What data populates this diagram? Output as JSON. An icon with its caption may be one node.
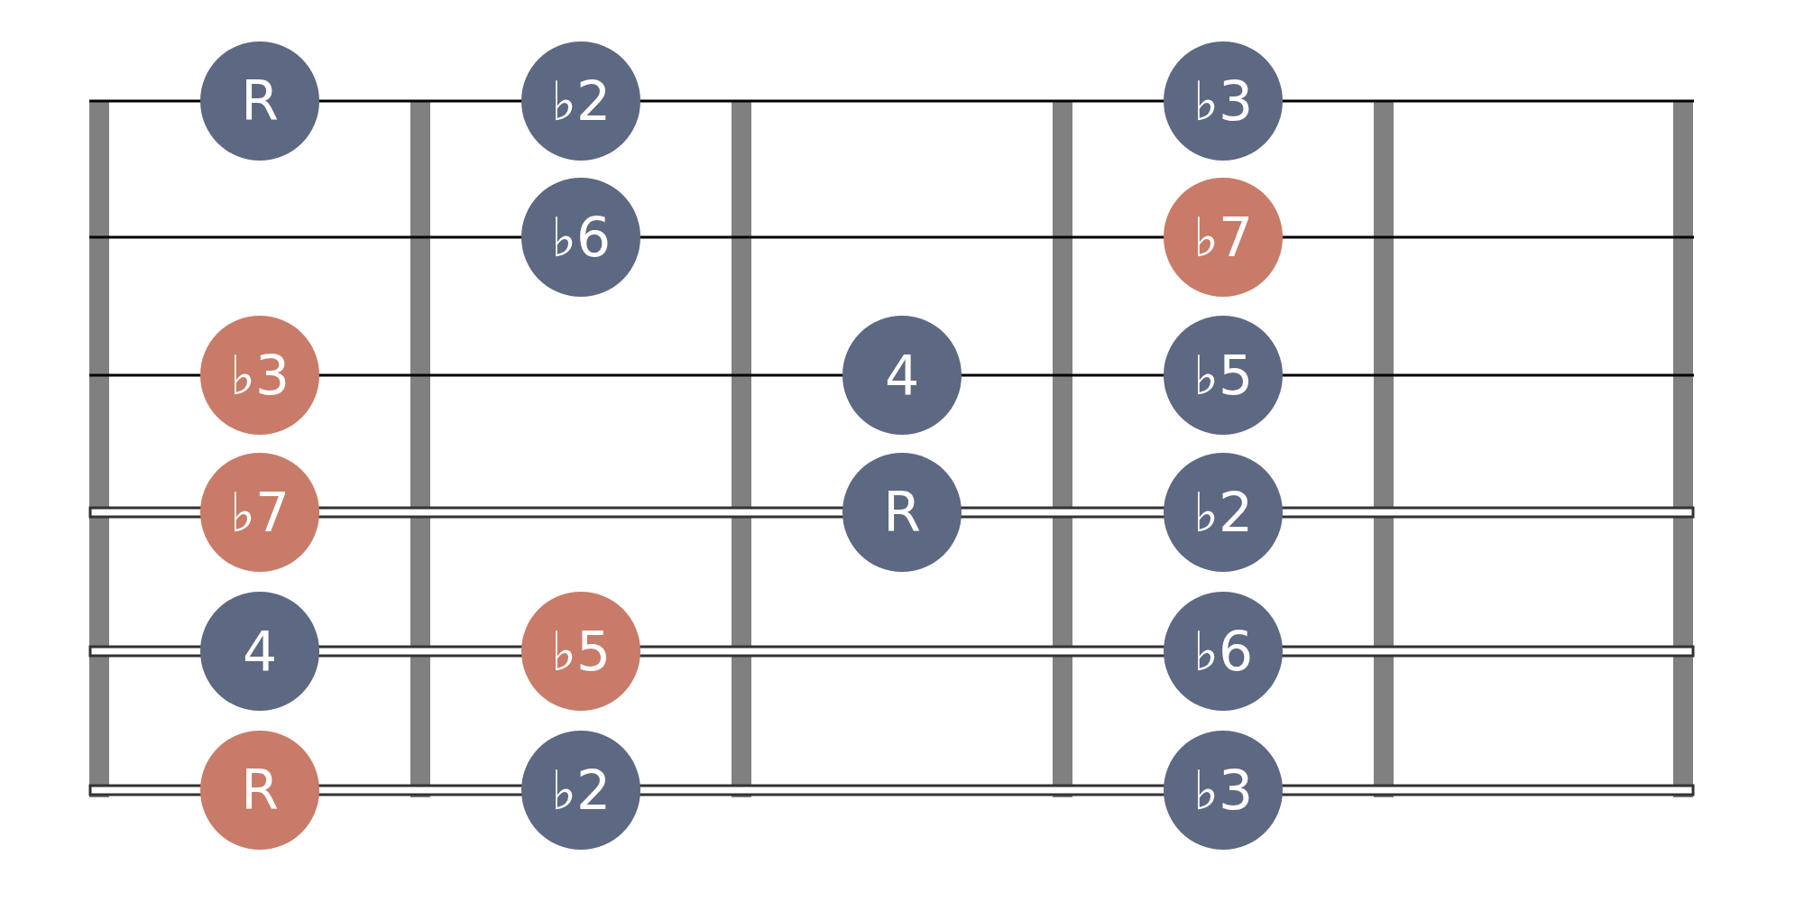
{
  "diagram": {
    "nodes": [
      {
        "text": [
          "R"
        ]
      },
      {
        "text": [
          "♭2"
        ]
      },
      {
        "text": [
          "♭3"
        ]
      },
      {
        "text": [
          "♭6"
        ]
      },
      {
        "text": [
          "♭7"
        ]
      },
      {
        "text": [
          "♭3"
        ]
      },
      {
        "text": [
          "4"
        ]
      },
      {
        "text": [
          "♭5"
        ]
      },
      {
        "text": [
          "♭7"
        ]
      },
      {
        "text": [
          "R"
        ]
      },
      {
        "text": [
          "♭2"
        ]
      },
      {
        "text": [
          "4"
        ]
      },
      {
        "text": [
          "♭5"
        ]
      },
      {
        "text": [
          "♭6"
        ]
      },
      {
        "text": [
          "R"
        ]
      },
      {
        "text": [
          "♭2"
        ]
      },
      {
        "text": [
          "♭3"
        ]
      }
    ]
  }
}
